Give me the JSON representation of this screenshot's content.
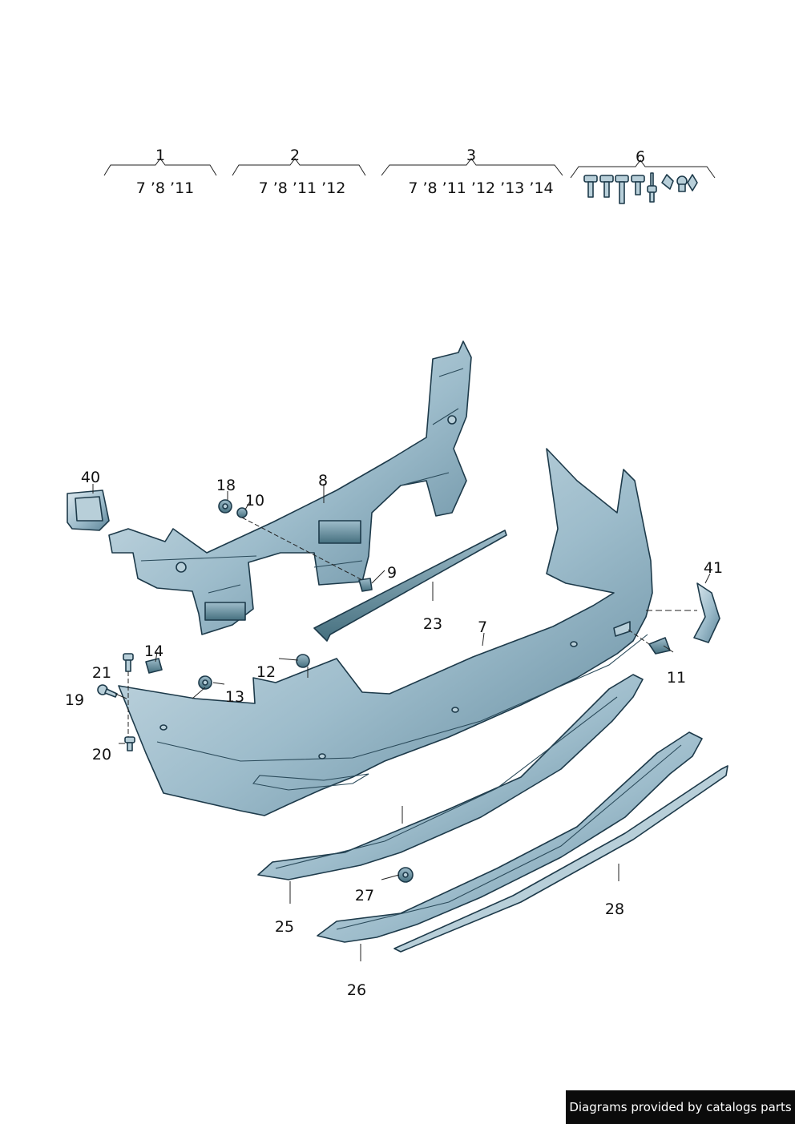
{
  "header_groups": [
    {
      "callout": "1",
      "parts": "7 ’8 ’11"
    },
    {
      "callout": "2",
      "parts": "7 ’8 ’11 ’12"
    },
    {
      "callout": "3",
      "parts": "7 ’8 ’11 ’12 ’13 ’14"
    },
    {
      "callout": "6",
      "parts": ""
    }
  ],
  "callouts": {
    "n40": "40",
    "n18": "18",
    "n10": "10",
    "n8": "8",
    "n9": "9",
    "n23": "23",
    "n7": "7",
    "n41": "41",
    "n14": "14",
    "n21": "21",
    "n19": "19",
    "n20": "20",
    "n12": "12",
    "n13": "13",
    "n11": "11",
    "n27": "27",
    "n25": "25",
    "n26": "26",
    "n28": "28"
  },
  "icons": {
    "fastener_set": "fastener-set-icon"
  },
  "colors": {
    "part_light": "#d5e3ea",
    "part_mid": "#8fb0c0",
    "part_dark": "#5d8599",
    "outline": "#1d3a4a",
    "watermark_bg": "#0b0b0b"
  },
  "watermark": "Diagrams provided by catalogs parts"
}
